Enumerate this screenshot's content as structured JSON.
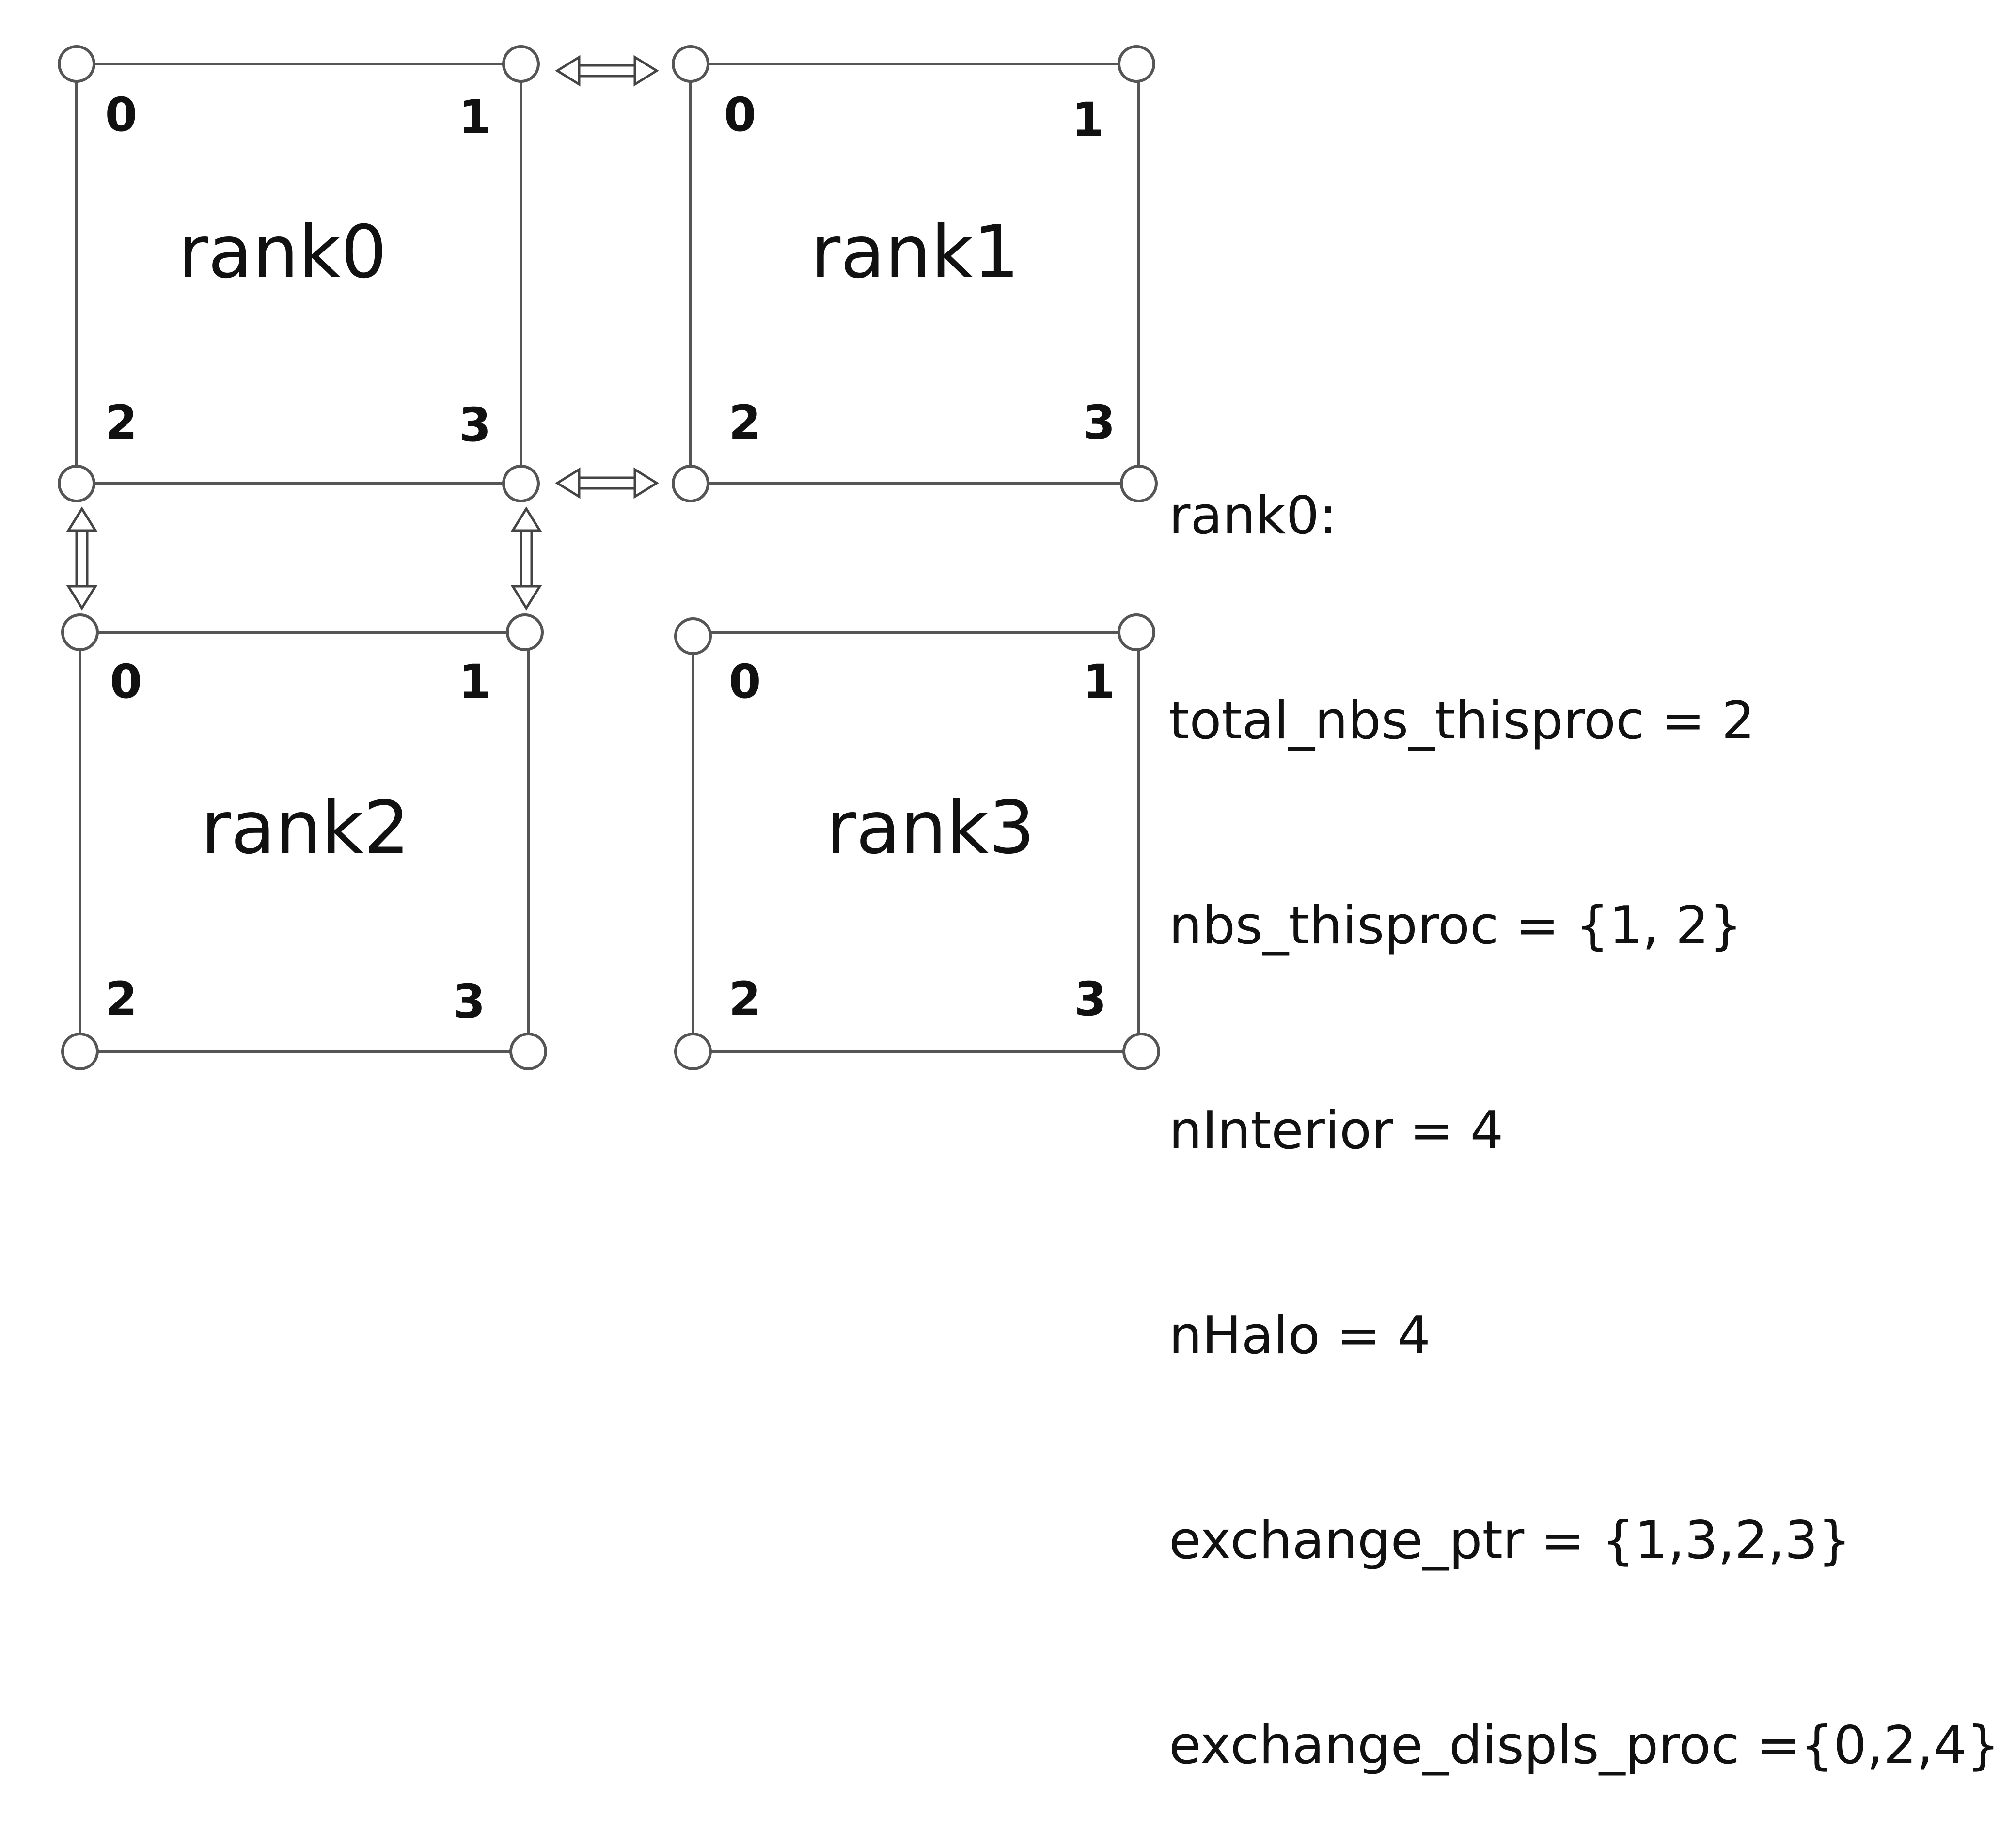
{
  "ranks": [
    {
      "label": "rank0",
      "corners": [
        "0",
        "1",
        "2",
        "3"
      ]
    },
    {
      "label": "rank1",
      "corners": [
        "0",
        "1",
        "2",
        "3"
      ]
    },
    {
      "label": "rank2",
      "corners": [
        "0",
        "1",
        "2",
        "3"
      ]
    },
    {
      "label": "rank3",
      "corners": [
        "0",
        "1",
        "2",
        "3"
      ]
    }
  ],
  "info": {
    "title": "rank0:",
    "lines": [
      "total_nbs_thisproc = 2",
      "nbs_thisproc = {1, 2}",
      "nInterior = 4",
      "nHalo = 4",
      "exchange_ptr = {1,3,2,3}",
      "exchange_displs_proc ={0,2,4}"
    ]
  }
}
